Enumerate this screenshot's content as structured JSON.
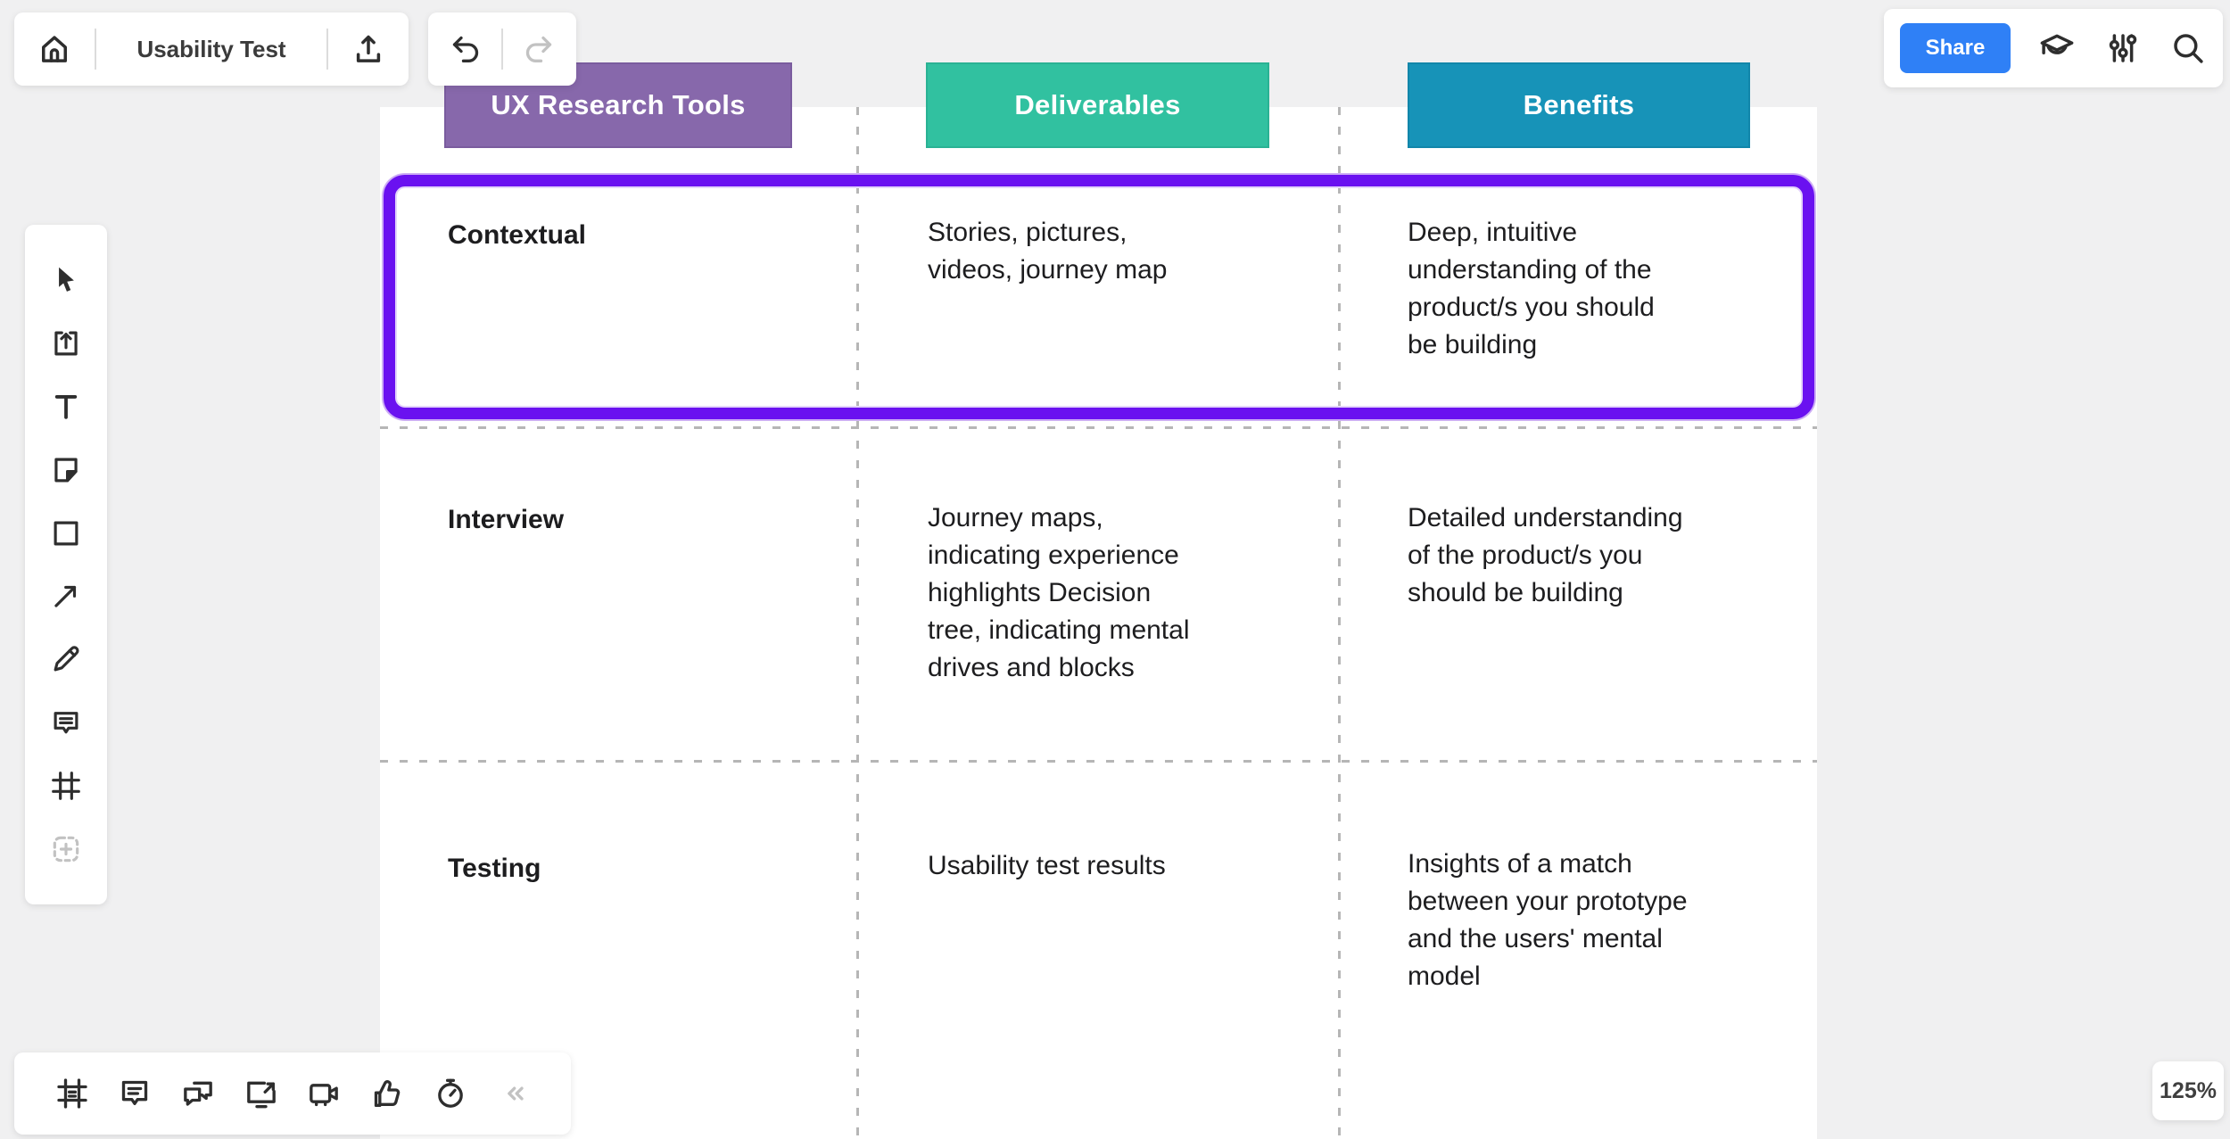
{
  "app": {
    "background_color": "#f0f0f1",
    "zoom_label": "125%"
  },
  "top_left_toolbar": {
    "board_title": "Usability Test",
    "icons": [
      "home-icon",
      "export-icon"
    ]
  },
  "history_toolbar": {
    "icons": [
      "undo-icon",
      "redo-icon"
    ],
    "redo_disabled": true
  },
  "top_right_toolbar": {
    "share_label": "Share",
    "share_color": "#2f80f6",
    "icons": [
      "learning-cap-icon",
      "sliders-icon",
      "search-icon"
    ]
  },
  "left_toolbar": {
    "tools": [
      "select",
      "templates",
      "text",
      "sticky-note",
      "shape",
      "arrow",
      "pen",
      "comment",
      "frame",
      "more-tools"
    ]
  },
  "bottom_toolbar": {
    "tools": [
      "frames",
      "notes",
      "chat",
      "present",
      "video",
      "reactions",
      "timer",
      "collapse"
    ]
  },
  "board": {
    "selection_color": "#6a11f0",
    "table": {
      "headers": [
        {
          "label": "UX Research Tools",
          "color": "#8768ab"
        },
        {
          "label": "Deliverables",
          "color": "#31c1a0"
        },
        {
          "label": "Benefits",
          "color": "#1793b8"
        }
      ],
      "rows": [
        {
          "tool": "Contextual",
          "deliverables": "Stories, pictures,\nvideos, journey map",
          "benefits": "Deep, intuitive\nunderstanding of the\nproduct/s you should\nbe building",
          "selected": true
        },
        {
          "tool": "Interview",
          "deliverables": "Journey maps,\nindicating experience\nhighlights Decision\ntree, indicating mental\ndrives and blocks",
          "benefits": "Detailed understanding\nof the product/s you\nshould be building",
          "selected": false
        },
        {
          "tool": "Testing",
          "deliverables": "Usability test results",
          "benefits": "Insights of a match\nbetween your prototype\nand the users' mental\nmodel",
          "selected": false
        }
      ]
    }
  }
}
